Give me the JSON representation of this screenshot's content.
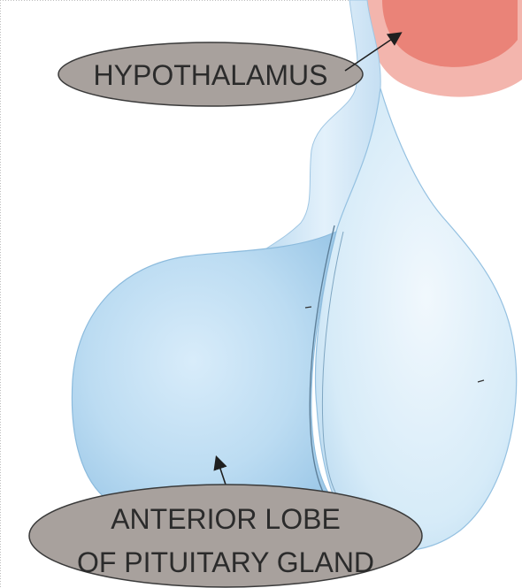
{
  "diagram": {
    "labels": {
      "hypothalamus": "HYPOTHALAMUS",
      "anterior_lobe_line1": "ANTERIOR LOBE",
      "anterior_lobe_line2": "OF PITUITARY GLAND"
    },
    "colors": {
      "label_bubble_fill": "#a8a19d",
      "label_bubble_stroke": "#3a3a3a",
      "label_text": "#2b2b2b",
      "anterior_lobe": "#bcdcf2",
      "posterior_lobe": "#d6ebf8",
      "stalk": "#cfe5f5",
      "hypothalamus_outer": "#f3b5ad",
      "hypothalamus_inner": "#ea8378",
      "arrow": "#1f1f1f"
    }
  }
}
